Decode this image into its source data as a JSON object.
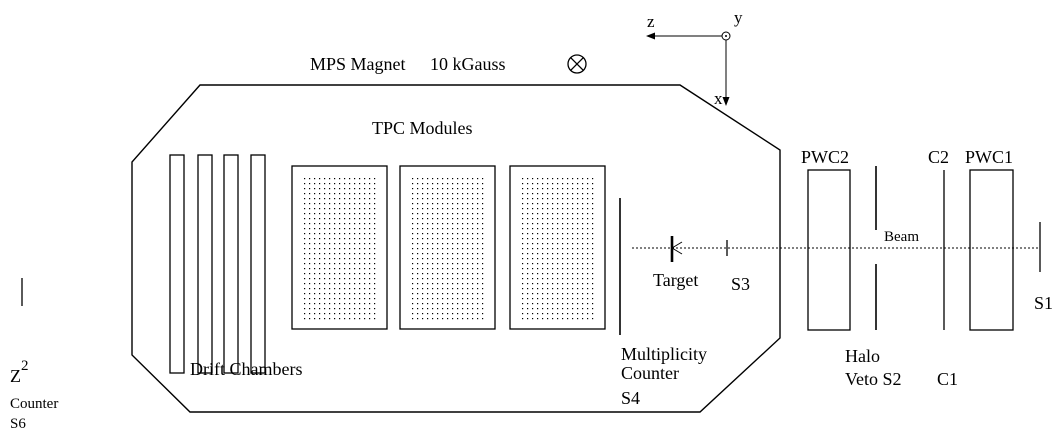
{
  "magnet": {
    "label": "MPS Magnet",
    "field": "10 kGauss",
    "field_symbol": "⊗"
  },
  "axes": {
    "z": "z",
    "y": "y",
    "x": "x"
  },
  "tpc": {
    "label": "TPC Modules"
  },
  "drift_chambers": {
    "label": "Drift Chambers"
  },
  "multiplicity_counter": {
    "line1": "Multiplicity",
    "line2": "Counter",
    "line3": "S4"
  },
  "target": {
    "label": "Target"
  },
  "s3": {
    "label": "S3"
  },
  "beam": {
    "label": "Beam"
  },
  "pwc2": {
    "label": "PWC2"
  },
  "pwc1": {
    "label": "PWC1"
  },
  "c2": {
    "label": "C2"
  },
  "c1": {
    "label": "C1"
  },
  "halo_veto": {
    "line1": "Halo",
    "line2": "Veto S2"
  },
  "s1": {
    "label": "S1"
  },
  "z2_counter": {
    "z": "Z",
    "exp": "2",
    "line2": "Counter",
    "line3": "S6"
  }
}
